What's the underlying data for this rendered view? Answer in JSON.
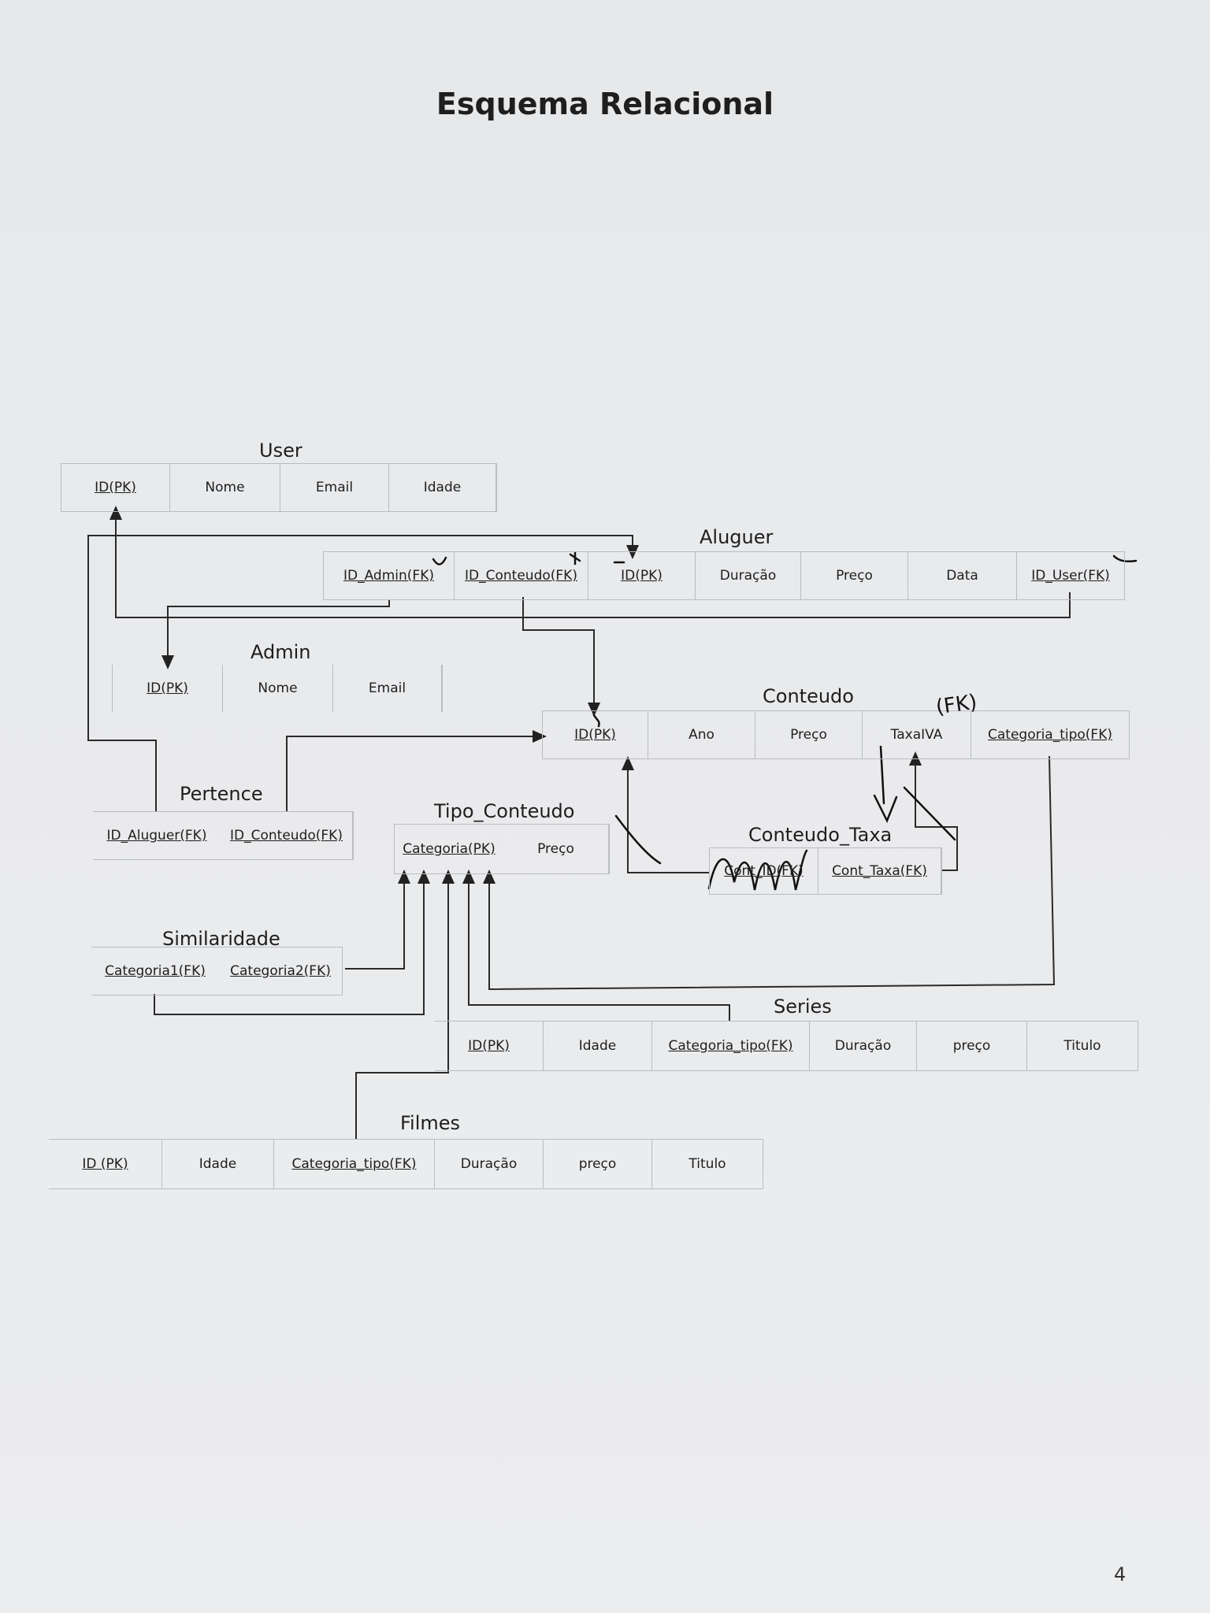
{
  "title": "Esquema Relacional",
  "page_number": "4",
  "tables": {
    "user": {
      "name": "User",
      "columns": [
        "ID(PK)",
        "Nome",
        "Email",
        "Idade"
      ]
    },
    "aluguer": {
      "name": "Aluguer",
      "columns": [
        "ID_Admin(FK)",
        "ID_Conteudo(FK)",
        "ID(PK)",
        "Duração",
        "Preço",
        "Data",
        "ID_User(FK)"
      ]
    },
    "admin": {
      "name": "Admin",
      "columns": [
        "ID(PK)",
        "Nome",
        "Email"
      ]
    },
    "conteudo": {
      "name": "Conteudo",
      "columns": [
        "ID(PK)",
        "Ano",
        "Preço",
        "TaxaIVA",
        "Categoria_tipo(FK)"
      ]
    },
    "pertence": {
      "name": "Pertence",
      "columns": [
        "ID_Aluguer(FK)",
        "ID_Conteudo(FK)"
      ]
    },
    "tipo_conteudo": {
      "name": "Tipo_Conteudo",
      "columns": [
        "Categoria(PK)",
        "Preço"
      ]
    },
    "conteudo_taxa": {
      "name": "Conteudo_Taxa",
      "columns": [
        "Cont_ID(FK)",
        "Cont_Taxa(FK)"
      ]
    },
    "similaridade": {
      "name": "Similaridade",
      "columns": [
        "Categoria1(FK)",
        "Categoria2(FK)"
      ]
    },
    "series": {
      "name": "Series",
      "columns": [
        "ID(PK)",
        "Idade",
        "Categoria_tipo(FK)",
        "Duração",
        "preço",
        "Titulo"
      ]
    },
    "filmes": {
      "name": "Filmes",
      "columns": [
        "ID (PK)",
        "Idade",
        "Categoria_tipo(FK)",
        "Duração",
        "preço",
        "Titulo"
      ]
    }
  },
  "handwritten_note": "(FK)"
}
